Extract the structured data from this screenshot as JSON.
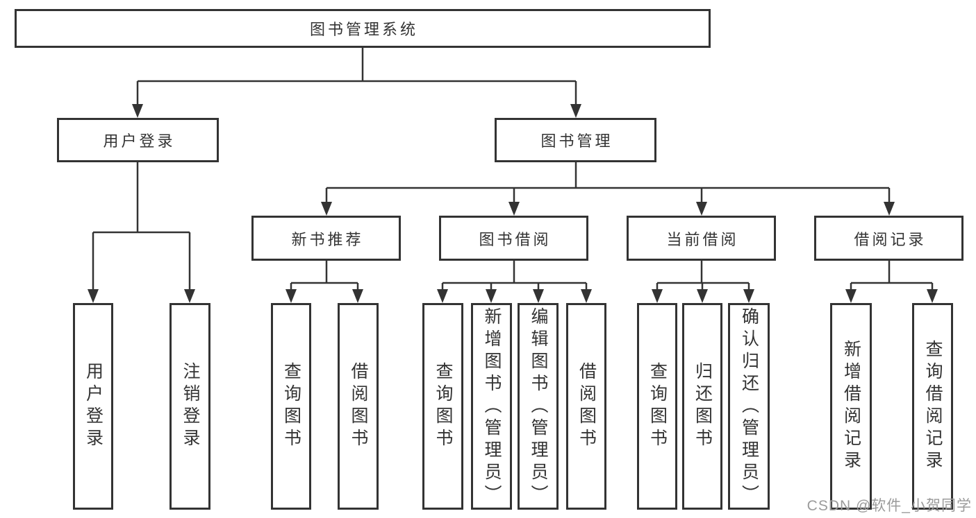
{
  "nodes": {
    "root": {
      "label": "图书管理系统"
    },
    "level1": {
      "user_login": {
        "label": "用户登录"
      },
      "book_management": {
        "label": "图书管理"
      }
    },
    "level2": {
      "new_book_recommend": {
        "label": "新书推荐"
      },
      "book_borrowing": {
        "label": "图书借阅"
      },
      "current_borrowing": {
        "label": "当前借阅"
      },
      "borrowing_records": {
        "label": "借阅记录"
      }
    },
    "leaves": {
      "user_login": {
        "label": "用户登录"
      },
      "logout": {
        "label": "注销登录"
      },
      "recommend_query_book": {
        "label": "查询图书"
      },
      "recommend_borrow_book": {
        "label": "借阅图书"
      },
      "borrowing_query_book": {
        "label": "查询图书"
      },
      "borrowing_add_book_admin": {
        "label": "新增图书（管理员）"
      },
      "borrowing_edit_book_admin": {
        "label": "编辑图书（管理员）"
      },
      "borrowing_borrow_book": {
        "label": "借阅图书"
      },
      "current_query_book": {
        "label": "查询图书"
      },
      "current_return_book": {
        "label": "归还图书"
      },
      "current_confirm_return_admin": {
        "label": "确认归还（管理员）"
      },
      "records_add_record": {
        "label": "新增借阅记录"
      },
      "records_query_record": {
        "label": "查询借阅记录"
      }
    }
  },
  "watermark": "CSDN @软件_小贺同学",
  "colors": {
    "line": "#333333",
    "text": "#333333",
    "watermark": "#9b9b9b",
    "background": "#ffffff"
  }
}
